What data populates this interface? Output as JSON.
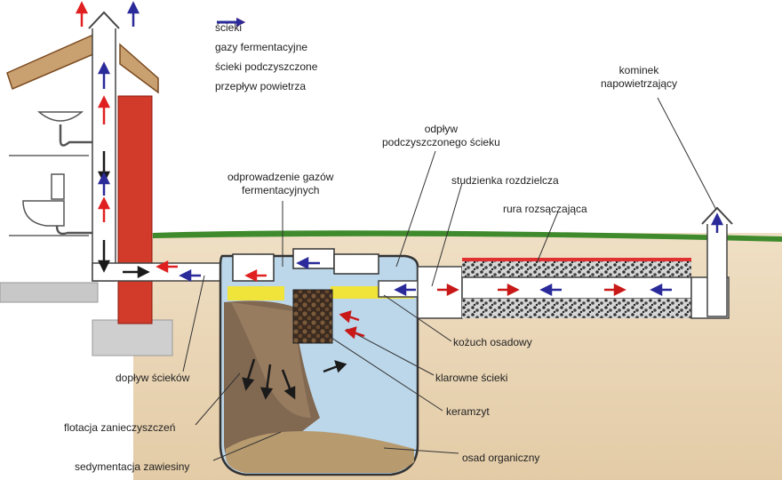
{
  "legend": {
    "items": [
      {
        "label": "ścieki",
        "color": "#1a1a1a"
      },
      {
        "label": "gazy fermentacyjne",
        "color": "#e02020"
      },
      {
        "label": "ścieki podczyszczone",
        "color": "#c81818"
      },
      {
        "label": "przepływ powietrza",
        "color": "#2a2a9a"
      }
    ]
  },
  "labels": {
    "kominek": "kominek\nnapowietrzający",
    "odplyw": "odpływ\npodczyszczonego ścieku",
    "studzienka": "studzienka rozdzielcza",
    "rura": "rura rozsączająca",
    "odprowadzenie": "odprowadzenie gazów\nfermentacyjnych",
    "doplyw": "dopływ ścieków",
    "kozuch": "kożuch osadowy",
    "klarowne": "klarowne ścieki",
    "keramzyt": "keramzyt",
    "flotacja": "flotacja zanieczyszczeń",
    "sedymentacja": "sedymentacja zawiesiny",
    "osad": "osad organiczny"
  },
  "colors": {
    "brick": "#d23a2a",
    "grass": "#3f8a2c",
    "soil": "#e9d6b8",
    "clear_water": "#bcd7ea",
    "scum": "#f0e33a",
    "sludge": "#8a6a48",
    "pipe": "#ffffff",
    "gravel": "#3b3b3b"
  }
}
